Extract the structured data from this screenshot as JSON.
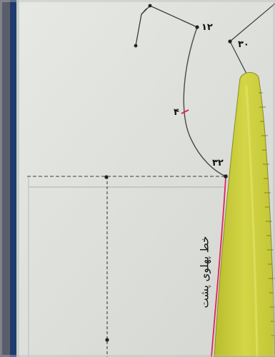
{
  "photo": {
    "subject": "sewing pattern draft on paper with a yellow curved ruler",
    "colors": {
      "paper": "#e3e5e1",
      "binding_strip": "#1f3b6e",
      "ruler": "#c9cc3a",
      "ruler_edge": "#8a8c22",
      "pencil_line": "#444444",
      "marker_red": "#e0245e"
    }
  },
  "labels": {
    "point_12": "۱۲",
    "point_30": "۳۰",
    "point_4": "۴",
    "point_32": "۳۲",
    "back_side_line": "خط پهلوی پشت"
  }
}
